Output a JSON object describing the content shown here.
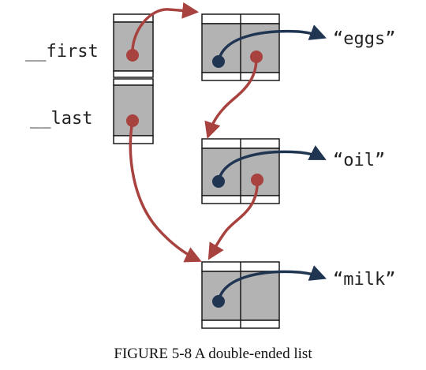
{
  "labels": {
    "first": "__first",
    "last": "__last"
  },
  "values": {
    "eggs": "“eggs”",
    "oil": "“oil”",
    "milk": "“milk”"
  },
  "caption": "FIGURE 5-8 A double-ended list",
  "colors": {
    "cell_fill": "#b3b3b3",
    "cell_stroke": "#1a1a1a",
    "data_arrow": "#1f3552",
    "link_arrow": "#a8423f",
    "text": "#222222"
  }
}
